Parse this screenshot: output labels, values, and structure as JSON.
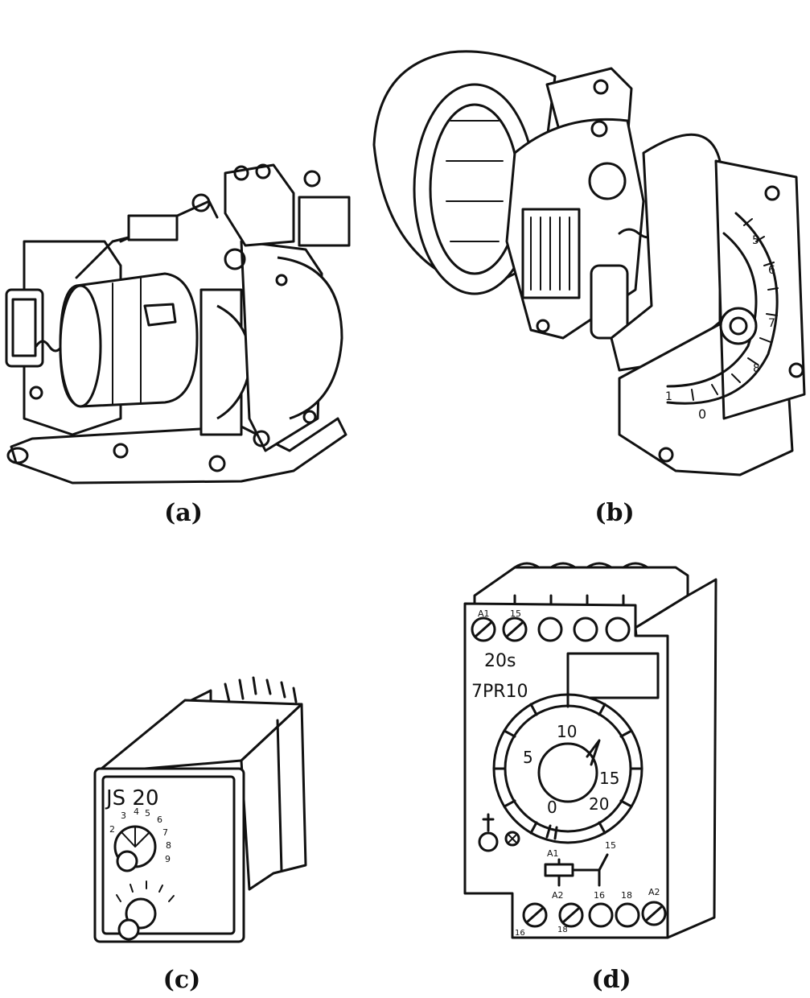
{
  "figure": {
    "panels": [
      {
        "id": "a",
        "caption": "(a)"
      },
      {
        "id": "b",
        "caption": "(b)",
        "dial_ticks": [
          "5",
          "6",
          "7",
          "8",
          "1",
          "0"
        ]
      },
      {
        "id": "c",
        "caption": "(c)",
        "model_label": "JS 20",
        "dial_numbers": [
          "2",
          "3",
          "4",
          "5",
          "6",
          "7",
          "8",
          "9"
        ]
      },
      {
        "id": "d",
        "caption": "(d)",
        "terminal_top_left": "A1",
        "terminal_top_right": "15",
        "range_label": "20s",
        "model_label": "7PR10",
        "dial_numbers": [
          "10",
          "5",
          "15",
          "0",
          "20"
        ],
        "schematic_a1": "A1",
        "schematic_15": "15",
        "terminal_a2_left": "A2",
        "terminal_16": "16",
        "terminal_18": "18",
        "terminal_a2_right": "A2",
        "bottom_left_code": "16",
        "bottom_mid_code": "18"
      }
    ]
  }
}
